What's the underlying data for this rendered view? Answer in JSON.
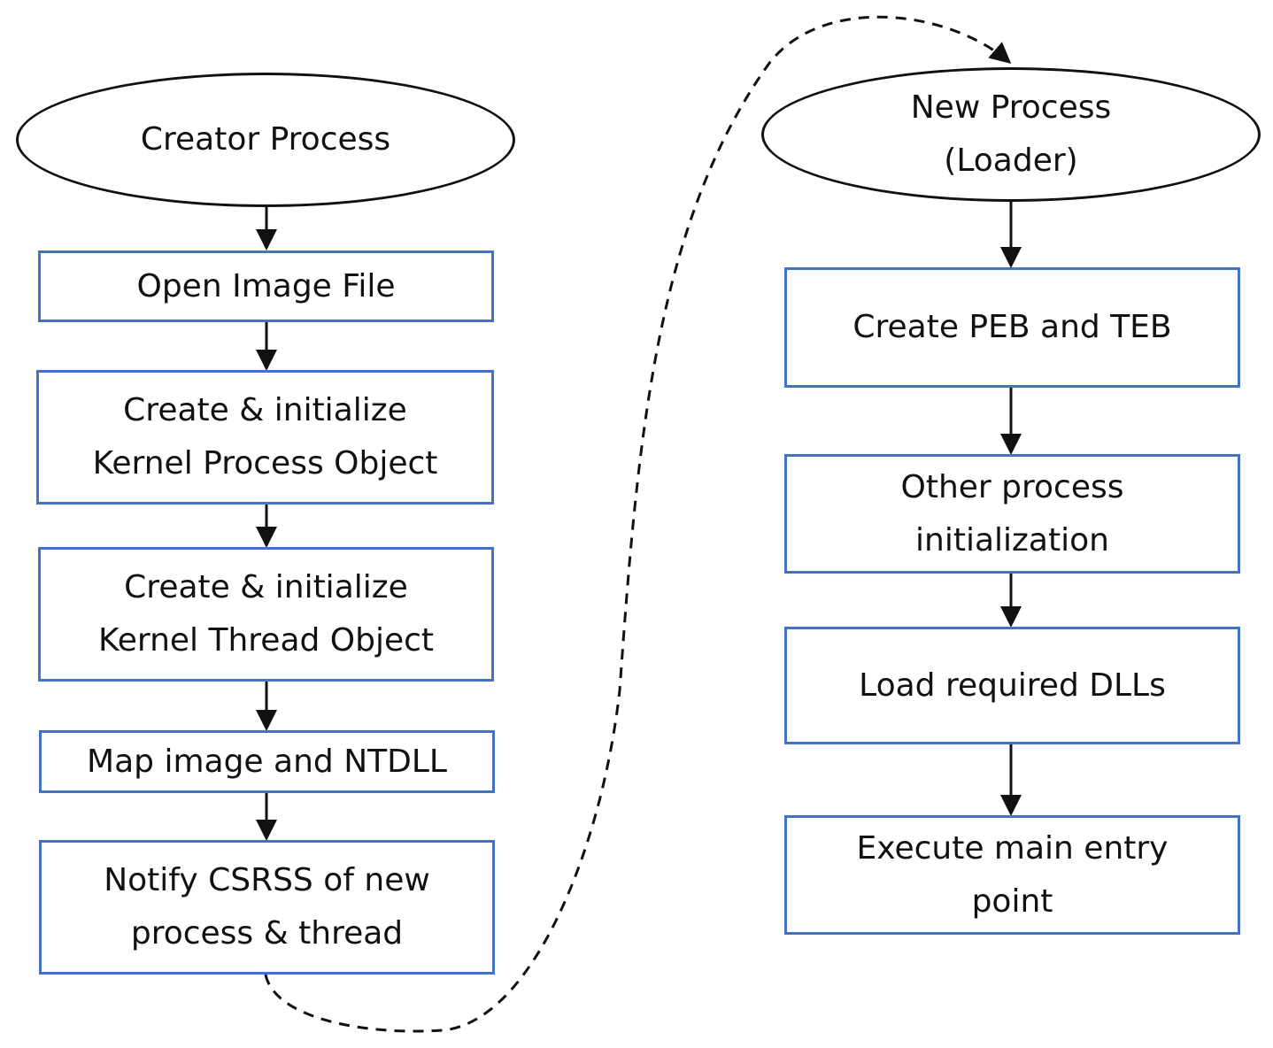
{
  "creator": {
    "title": "Creator Process",
    "steps": [
      "Open Image File",
      "Create & initialize\nKernel Process Object",
      "Create & initialize\nKernel Thread Object",
      "Map image and NTDLL",
      "Notify CSRSS of new\nprocess & thread"
    ]
  },
  "loader": {
    "title": "New Process\n(Loader)",
    "steps": [
      "Create PEB and TEB",
      "Other process\ninitialization",
      "Load required DLLs",
      "Execute main entry\npoint"
    ]
  },
  "colors": {
    "box_border": "#4472c4",
    "arrow": "#111111"
  }
}
